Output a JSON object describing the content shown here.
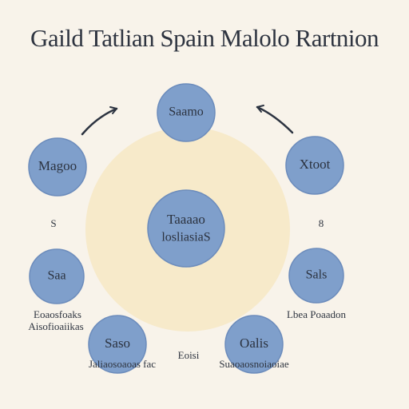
{
  "title": "Gaild Tatlian Spain Malolo Rartnion",
  "colors": {
    "background": "#f8f3ea",
    "node_fill": "#7f9fcb",
    "node_stroke": "#6c8cbc",
    "halo": "#f7e7c4",
    "ink": "#2c3340"
  },
  "center": {
    "line1": "Taaaao",
    "line2": "losliasiaS"
  },
  "nodes": {
    "top": "Saamo",
    "upper_left": "Magoo",
    "upper_right": "Xtoot",
    "lower_left": "Saa",
    "lower_right": "Sals",
    "bottom_left": "Saso",
    "bottom_right": "Oalis"
  },
  "side_labels": {
    "left": "S",
    "right": "8",
    "bottom_center": "Eoisi"
  },
  "captions": {
    "left_line1": "Eoaosfoaks",
    "left_line2": "Aisofioaiikas",
    "right": "Lbea Poaadon",
    "bottom_left": "Jaliaosoaoas fac",
    "bottom_right": "Suaoaosnoiaoiae"
  }
}
